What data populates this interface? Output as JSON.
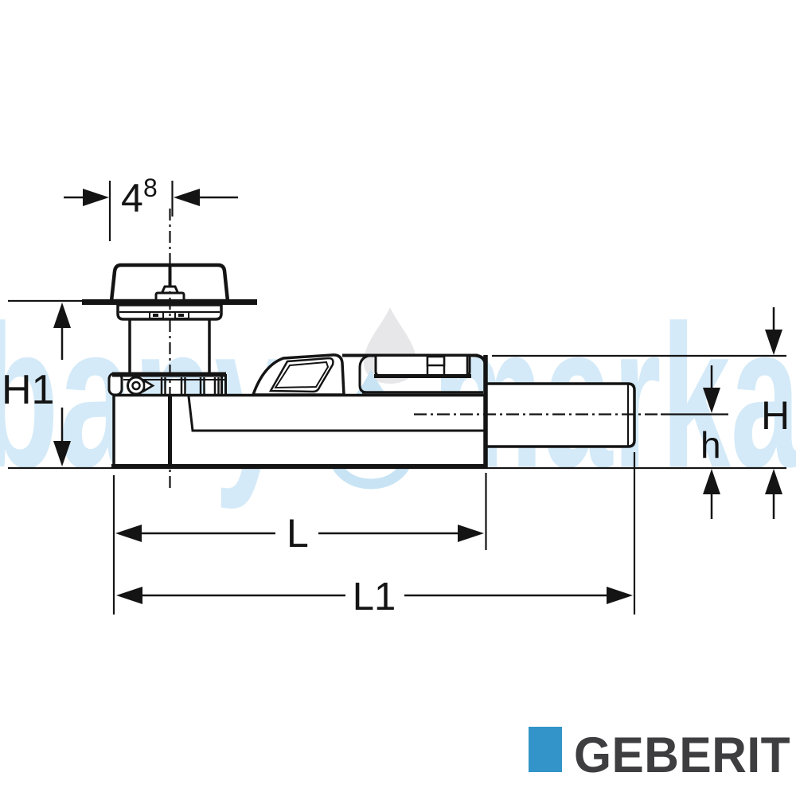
{
  "watermark": {
    "text_left": "bany",
    "text_right": "marka",
    "text_color": "#d4eaf8",
    "drop_outline_color": "#c8e4f4",
    "drop_gray_color": "#e7e7ea"
  },
  "drawing": {
    "line_color": "#141414",
    "labels": {
      "offset_value": "4",
      "offset_sup": "8",
      "height_left": "H1",
      "height_right": "H",
      "outlet_height": "h",
      "body_length": "L",
      "total_length": "L1"
    }
  },
  "logo": {
    "brand": "GEBERIT",
    "square_color": "#3294c8",
    "text_color": "#3e3e40"
  }
}
